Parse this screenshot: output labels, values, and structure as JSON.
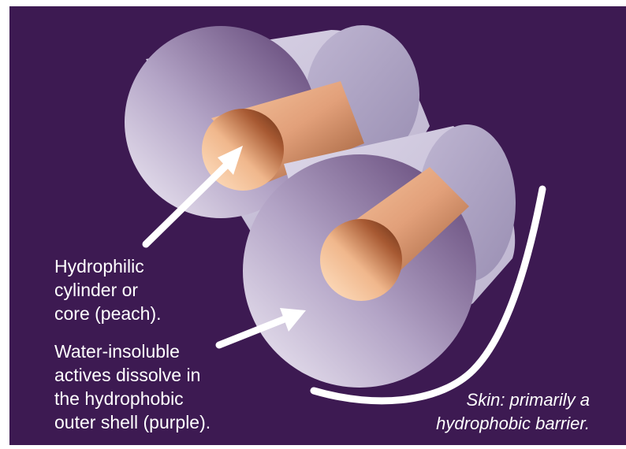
{
  "labels": {
    "core_line_1": "Hydrophilic",
    "core_line_2": "cylinder or",
    "core_line_3": "core (peach).",
    "shell_line_1": "Water-insoluble",
    "shell_line_2": "actives dissolve in",
    "shell_line_3": "the hydrophobic",
    "shell_line_4": "outer shell (purple).",
    "skin_line_1": "Skin: primarily a",
    "skin_line_2": "hydrophobic barrier."
  },
  "colors": {
    "background": "#3d1a52",
    "shell_face_light": "#eeeaf4",
    "shell_face_dark": "#5c3f72",
    "shell_side": "#cdc6dc",
    "core_light": "#ffd9b5",
    "core_dark": "#6e3418",
    "text": "#ffffff",
    "arrow": "#ffffff",
    "skin_curve": "#ffffff"
  }
}
